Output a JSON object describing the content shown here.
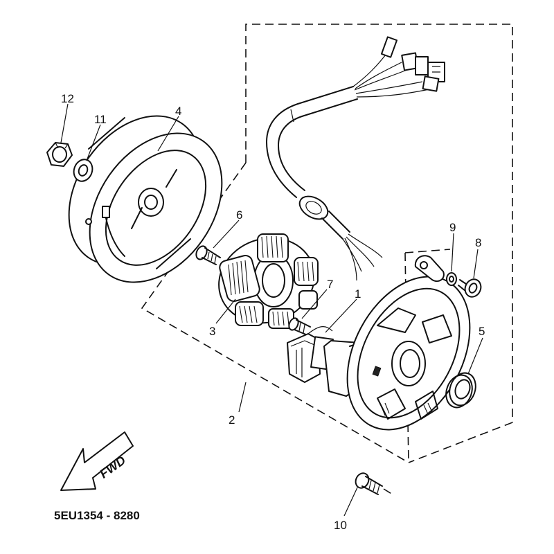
{
  "figure": {
    "code": "5EU1354 - 8280",
    "direction_label": "FWD"
  },
  "callouts": [
    {
      "id": "1",
      "part": "pickup-coil"
    },
    {
      "id": "2",
      "part": "stator-assembly"
    },
    {
      "id": "3",
      "part": "stator-coil"
    },
    {
      "id": "4",
      "part": "rotor-flywheel"
    },
    {
      "id": "5",
      "part": "oil-seal"
    },
    {
      "id": "6",
      "part": "stator-screw"
    },
    {
      "id": "7",
      "part": "pickup-coil-screw"
    },
    {
      "id": "8",
      "part": "clamp-bolt"
    },
    {
      "id": "9",
      "part": "washer"
    },
    {
      "id": "10",
      "part": "base-plate-screw"
    },
    {
      "id": "11",
      "part": "flywheel-washer"
    },
    {
      "id": "12",
      "part": "flywheel-nut"
    }
  ]
}
